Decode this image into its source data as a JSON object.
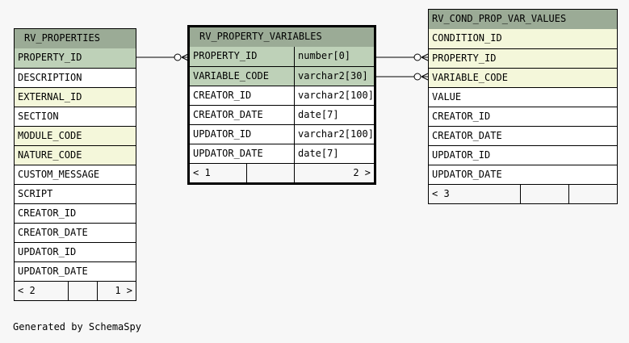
{
  "tables": {
    "rv_properties": {
      "name": "RV_PROPERTIES",
      "columns": [
        {
          "name": "PROPERTY_ID",
          "kind": "pk"
        },
        {
          "name": "DESCRIPTION",
          "kind": "plain"
        },
        {
          "name": "EXTERNAL_ID",
          "kind": "fk"
        },
        {
          "name": "SECTION",
          "kind": "plain"
        },
        {
          "name": "MODULE_CODE",
          "kind": "fk"
        },
        {
          "name": "NATURE_CODE",
          "kind": "fk"
        },
        {
          "name": "CUSTOM_MESSAGE",
          "kind": "plain"
        },
        {
          "name": "SCRIPT",
          "kind": "plain"
        },
        {
          "name": "CREATOR_ID",
          "kind": "plain"
        },
        {
          "name": "CREATOR_DATE",
          "kind": "plain"
        },
        {
          "name": "UPDATOR_ID",
          "kind": "plain"
        },
        {
          "name": "UPDATOR_DATE",
          "kind": "plain"
        }
      ],
      "footer": {
        "parents": "< 2",
        "middle": "",
        "children": "1 >"
      }
    },
    "rv_property_variables": {
      "name": "RV_PROPERTY_VARIABLES",
      "columns": [
        {
          "name": "PROPERTY_ID",
          "type": "number[0]",
          "kind": "pk"
        },
        {
          "name": "VARIABLE_CODE",
          "type": "varchar2[30]",
          "kind": "pk"
        },
        {
          "name": "CREATOR_ID",
          "type": "varchar2[100]",
          "kind": "plain"
        },
        {
          "name": "CREATOR_DATE",
          "type": "date[7]",
          "kind": "plain"
        },
        {
          "name": "UPDATOR_ID",
          "type": "varchar2[100]",
          "kind": "plain"
        },
        {
          "name": "UPDATOR_DATE",
          "type": "date[7]",
          "kind": "plain"
        }
      ],
      "footer": {
        "parents": "< 1",
        "middle": "",
        "children": "2 >"
      }
    },
    "rv_cond_prop_var_values": {
      "name": "RV_COND_PROP_VAR_VALUES",
      "columns": [
        {
          "name": "CONDITION_ID",
          "kind": "fk"
        },
        {
          "name": "PROPERTY_ID",
          "kind": "fk"
        },
        {
          "name": "VARIABLE_CODE",
          "kind": "fk"
        },
        {
          "name": "VALUE",
          "kind": "plain"
        },
        {
          "name": "CREATOR_ID",
          "kind": "plain"
        },
        {
          "name": "CREATOR_DATE",
          "kind": "plain"
        },
        {
          "name": "UPDATOR_ID",
          "kind": "plain"
        },
        {
          "name": "UPDATOR_DATE",
          "kind": "plain"
        }
      ],
      "footer": {
        "parents": "< 3",
        "middle": "",
        "children": ""
      }
    }
  },
  "footer_credit": "Generated by SchemaSpy",
  "colors": {
    "header": "#9bab96",
    "primary_key": "#bed1b8",
    "foreign_key": "#f4f7da",
    "background": "#f7f7f7"
  }
}
